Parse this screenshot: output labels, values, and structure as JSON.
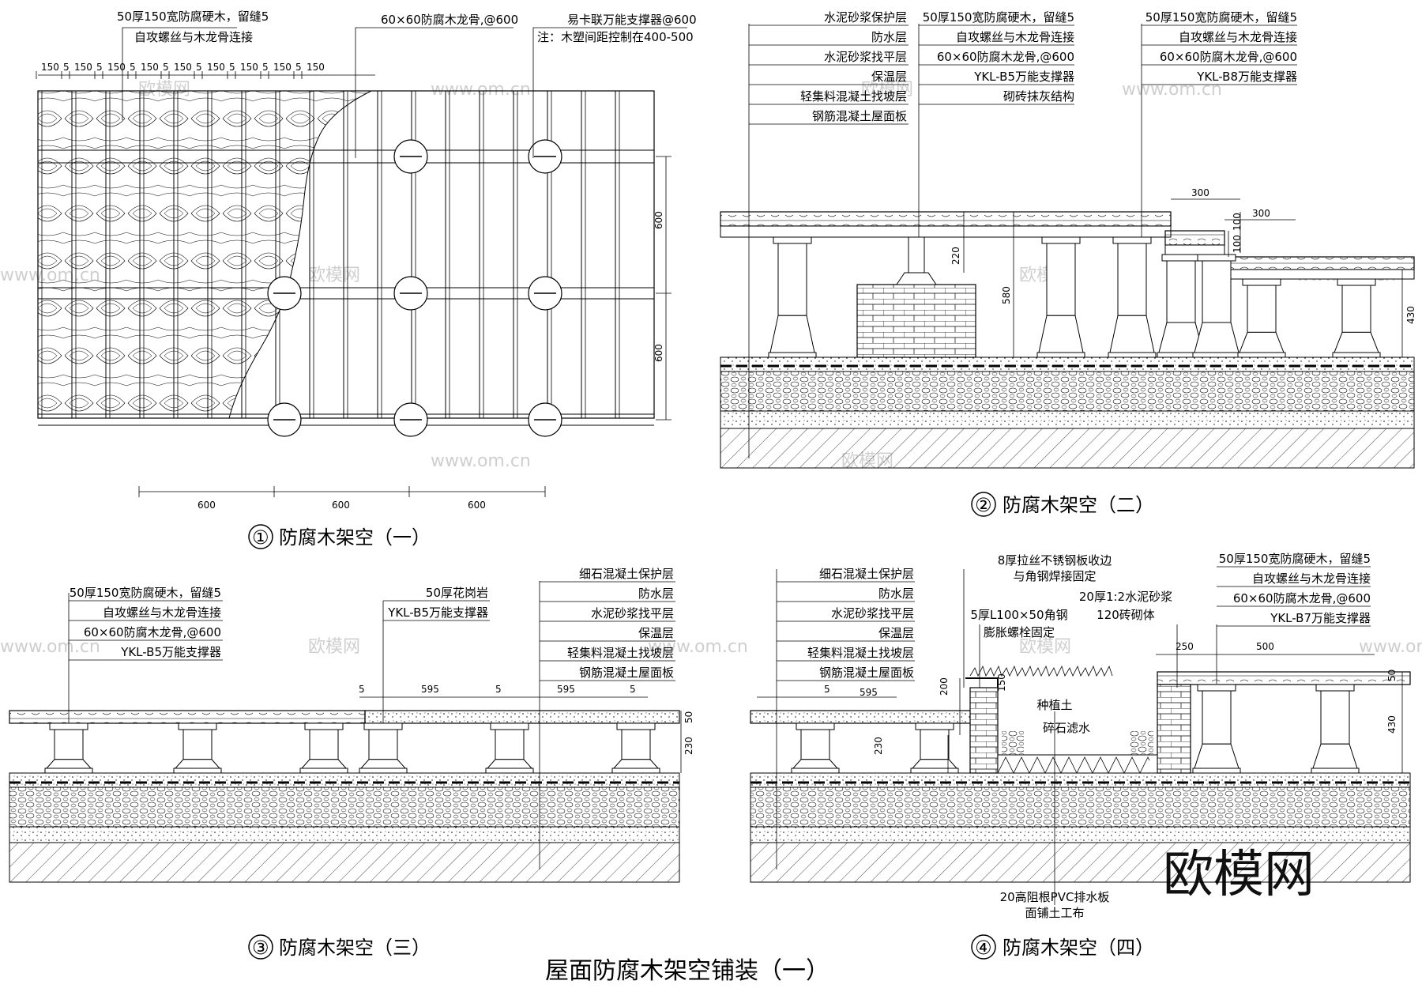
{
  "drawing_title": "屋面防腐木架空铺装（一）",
  "watermarks": {
    "site": "www.om.cn",
    "brand": "欧模网"
  },
  "details": [
    {
      "number": "①",
      "caption": "防腐木架空（一）",
      "labels": [
        "50厚150宽防腐硬木，留缝5",
        "自攻螺丝与木龙骨连接",
        "60×60防腐木龙骨,@600",
        "易卡联万能支撑器@600",
        "注：木塑间距控制在400-500"
      ],
      "dims_top": [
        "150",
        "5",
        "150",
        "5",
        "150",
        "5",
        "150",
        "5",
        "150",
        "5",
        "150",
        "5",
        "150",
        "5",
        "150",
        "5",
        "150"
      ],
      "dims_bottom": [
        "600",
        "600",
        "600"
      ],
      "dims_side": [
        "600",
        "600"
      ]
    },
    {
      "number": "②",
      "caption": "防腐木架空（二）",
      "layers": [
        "水泥砂浆保护层",
        "防水层",
        "水泥砂浆找平层",
        "保温层",
        "轻集料混凝土找坡层",
        "钢筋混凝土屋面板"
      ],
      "labels_mid": [
        "50厚150宽防腐硬木，留缝5",
        "自攻螺丝与木龙骨连接",
        "60×60防腐木龙骨,@600",
        "YKL-B5万能支撑器",
        "砌砖抹灰结构"
      ],
      "labels_right": [
        "50厚150宽防腐硬木，留缝5",
        "自攻螺丝与木龙骨连接",
        "60×60防腐木龙骨,@600",
        "YKL-B8万能支撑器"
      ],
      "dims": [
        "300",
        "300",
        "100",
        "100",
        "220",
        "580",
        "430"
      ]
    },
    {
      "number": "③",
      "caption": "防腐木架空（三）",
      "labels_left": [
        "50厚150宽防腐硬木，留缝5",
        "自攻螺丝与木龙骨连接",
        "60×60防腐木龙骨,@600",
        "YKL-B5万能支撑器"
      ],
      "labels_mid": [
        "50厚花岗岩",
        "YKL-B5万能支撑器"
      ],
      "layers": [
        "细石混凝土保护层",
        "防水层",
        "水泥砂浆找平层",
        "保温层",
        "轻集料混凝土找坡层",
        "钢筋混凝土屋面板"
      ],
      "dims": [
        "5",
        "595",
        "5",
        "595",
        "5",
        "50",
        "230"
      ]
    },
    {
      "number": "④",
      "caption": "防腐木架空（四）",
      "layers": [
        "细石混凝土保护层",
        "防水层",
        "水泥砂浆找平层",
        "保温层",
        "轻集料混凝土找坡层",
        "钢筋混凝土屋面板"
      ],
      "labels_mid": [
        "8厚拉丝不锈钢板收边",
        "与角钢焊接固定",
        "5厚L100×50角钢",
        "膨胀螺栓固定",
        "20厚1:2水泥砂浆",
        "120砖砌体",
        "种植土",
        "碎石滤水",
        "20高阻根PVC排水板",
        "面铺土工布"
      ],
      "labels_right": [
        "50厚150宽防腐硬木，留缝5",
        "自攻螺丝与木龙骨连接",
        "60×60防腐木龙骨,@600",
        "YKL-B7万能支撑器"
      ],
      "dims": [
        "5",
        "595",
        "200",
        "150",
        "230",
        "250",
        "500",
        "50",
        "430"
      ]
    }
  ]
}
